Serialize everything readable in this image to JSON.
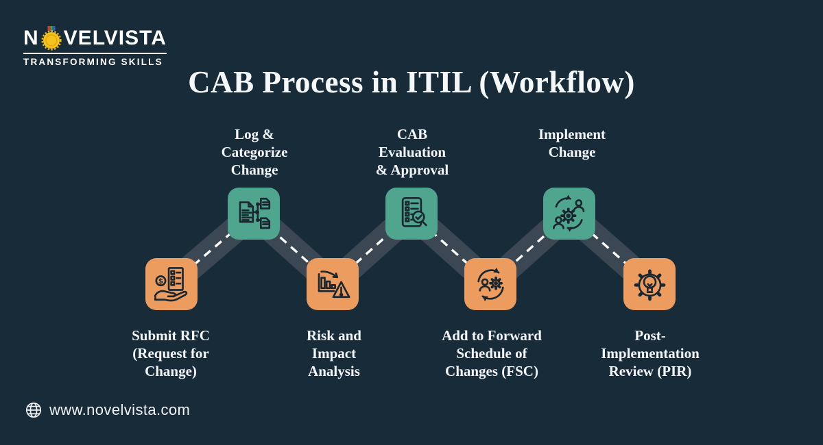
{
  "brand": {
    "wordmark_prefix": "N",
    "wordmark_suffix": "VELVISTA",
    "tagline": "TRANSFORMING SKILLS"
  },
  "title": "CAB Process in ITIL (Workflow)",
  "steps": [
    {
      "label": "Submit RFC\n(Request for\nChange)",
      "icon": "document-hand-dollar-icon",
      "tile_color": "#EC9C5F",
      "row": "bottom"
    },
    {
      "label": "Log &\nCategorize\nChange",
      "icon": "linked-documents-icon",
      "tile_color": "#4FA58D",
      "row": "top"
    },
    {
      "label": "Risk and\nImpact\nAnalysis",
      "icon": "declining-chart-warning-icon",
      "tile_color": "#EC9C5F",
      "row": "bottom"
    },
    {
      "label": "CAB\nEvaluation\n& Approval",
      "icon": "checklist-magnifier-icon",
      "tile_color": "#4FA58D",
      "row": "top"
    },
    {
      "label": "Add to Forward\nSchedule of\nChanges (FSC)",
      "icon": "person-gear-sync-icon",
      "tile_color": "#EC9C5F",
      "row": "bottom"
    },
    {
      "label": "Implement\nChange",
      "icon": "gear-people-cycle-icon",
      "tile_color": "#4FA58D",
      "row": "top"
    },
    {
      "label": "Post-\nImplementation\nReview (PIR)",
      "icon": "lightbulb-gear-icon",
      "tile_color": "#EC9C5F",
      "row": "bottom"
    }
  ],
  "footer": {
    "website": "www.novelvista.com"
  },
  "colors": {
    "background": "#182B39",
    "ribbon": "#3B4853",
    "ribbon_dash": "#FFFFFF",
    "teal_tile": "#4FA58D",
    "orange_tile": "#EC9C5F",
    "icon_stroke": "#1A2730",
    "text": "#F3F6F8",
    "logo_medal": "#F6C31C"
  }
}
